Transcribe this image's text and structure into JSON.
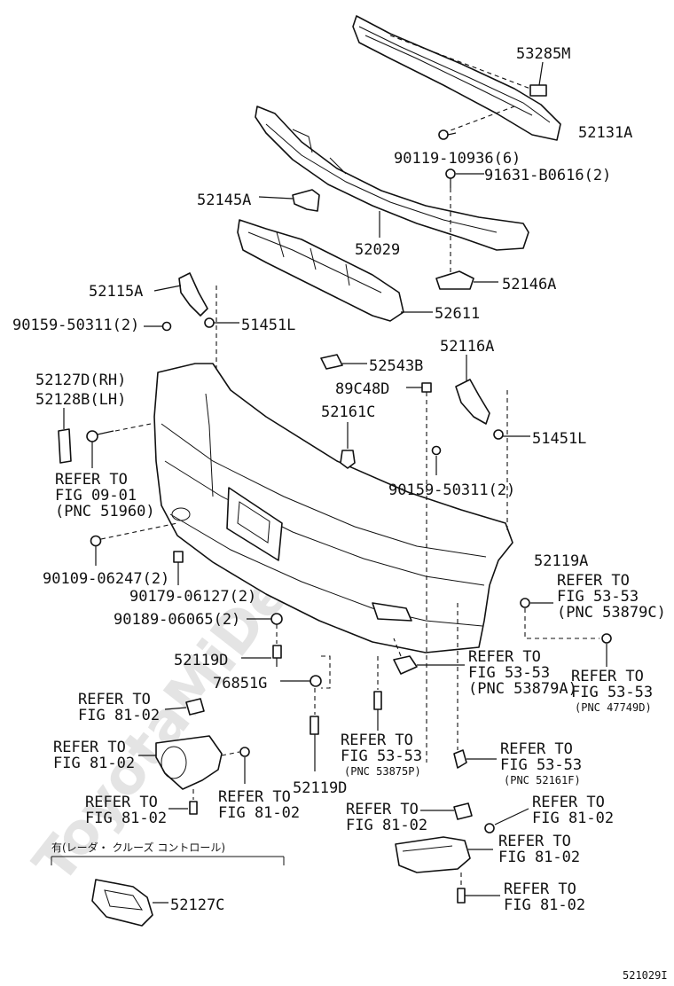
{
  "watermark": "ToyotaMiDe.ru",
  "diagram_id": "521029I",
  "option_note": "有(レーダ・ クルーズ コントロール)",
  "labels": {
    "l53285M": "53285M",
    "l52131A": "52131A",
    "l90119": "90119-10936(6)",
    "l91631": "91631-B0616(2)",
    "l52145A": "52145A",
    "l52029": "52029",
    "l52146A": "52146A",
    "l52115A": "52115A",
    "l52611": "52611",
    "l90159a": "90159-50311(2)",
    "l51451La": "51451L",
    "l52543B": "52543B",
    "l52116A": "52116A",
    "l52127D": "52127D(RH)",
    "l52128B": "52128B(LH)",
    "l89C48D": "89C48D",
    "l52161C": "52161C",
    "l51451Lb": "51451L",
    "lrefA1": "REFER TO",
    "lrefA2": "FIG 09-01",
    "lrefA3": "(PNC 51960)",
    "l90159b": "90159-50311(2)",
    "l90109": "90109-06247(2)",
    "l52119A": "52119A",
    "l90179": "90179-06127(2)",
    "lrefB1": "REFER TO",
    "lrefB2": "FIG 53-53",
    "lrefB3": "(PNC 53879C)",
    "l90189": "90189-06065(2)",
    "l52119Da": "52119D",
    "lrefC1": "REFER TO",
    "lrefC2": "FIG 53-53",
    "lrefC3": "(PNC 53879A)",
    "lrefD1": "REFER TO",
    "lrefD2": "FIG 53-53",
    "lrefD3": "(PNC 47749D)",
    "l76851G": "76851G",
    "lrefE1": "REFER TO",
    "lrefE2": "FIG 81-02",
    "lrefF1": "REFER TO",
    "lrefF2": "FIG 53-53",
    "lrefF3": "(PNC 53875P)",
    "lrefG1": "REFER TO",
    "lrefG2": "FIG 53-53",
    "lrefG3": "(PNC 52161F)",
    "lrefH1": "REFER TO",
    "lrefH2": "FIG 81-02",
    "lrefI1": "REFER TO",
    "lrefI2": "FIG 81-02",
    "lrefJ1": "REFER TO",
    "lrefJ2": "FIG 81-02",
    "l52119Db": "52119D",
    "lrefK1": "REFER TO",
    "lrefK2": "FIG 81-02",
    "lrefL1": "REFER TO",
    "lrefL2": "FIG 81-02",
    "lrefM1": "REFER TO",
    "lrefM2": "FIG 81-02",
    "lrefN1": "REFER TO",
    "lrefN2": "FIG 81-02",
    "l52127C": "52127C"
  }
}
